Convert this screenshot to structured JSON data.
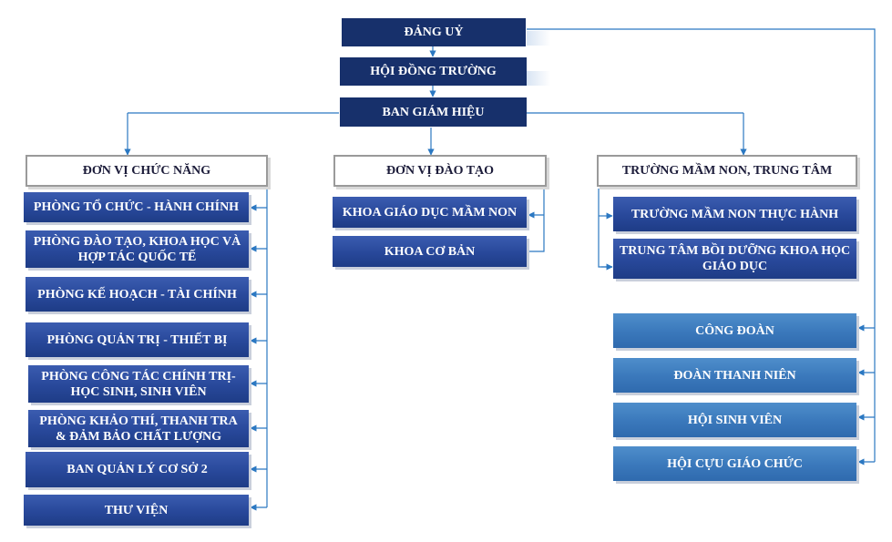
{
  "top": {
    "party": "ĐẢNG UỶ",
    "council": "HỘI ĐỒNG TRƯỜNG",
    "board": "BAN GIÁM HIỆU"
  },
  "headers": {
    "functional": "ĐƠN VỊ CHỨC NĂNG",
    "training": "ĐƠN VỊ ĐÀO TẠO",
    "schools": "TRƯỜNG MẦM NON, TRUNG TÂM"
  },
  "functional_units": [
    "PHÒNG TỔ CHỨC - HÀNH CHÍNH",
    "PHÒNG ĐÀO TẠO, KHOA HỌC VÀ HỢP TÁC QUỐC TẾ",
    "PHÒNG KẾ HOẠCH - TÀI CHÍNH",
    "PHÒNG QUẢN TRỊ - THIẾT BỊ",
    "PHÒNG CÔNG TÁC CHÍNH TRỊ- HỌC SINH, SINH VIÊN",
    "PHÒNG KHẢO THÍ, THANH TRA & ĐẢM BẢO CHẤT LƯỢNG",
    "BAN QUẢN LÝ CƠ SỞ 2",
    "THƯ VIỆN"
  ],
  "training_units": [
    "KHOA GIÁO DỤC MẦM NON",
    "KHOA CƠ BẢN"
  ],
  "school_units": [
    "TRƯỜNG MẦM NON THỰC HÀNH",
    "TRUNG TÂM BỒI DƯỠNG KHOA HỌC GIÁO DỤC"
  ],
  "organizations": [
    "CÔNG ĐOÀN",
    "ĐOÀN THANH NIÊN",
    "HỘI SINH VIÊN",
    "HỘI CỰU GIÁO CHỨC"
  ],
  "colors": {
    "navy": "#17306b",
    "department_blue": "#28489a",
    "organization_blue": "#3a78bb",
    "connector": "#2b78c2"
  }
}
